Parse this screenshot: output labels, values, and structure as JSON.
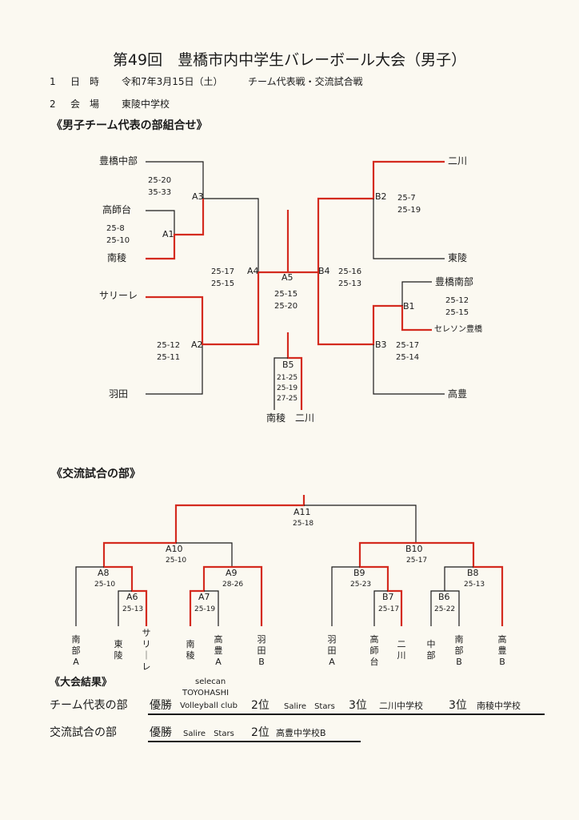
{
  "title": "第49回　豊橋市内中学生バレーボール大会（男子）",
  "info": {
    "row1_no": "1",
    "row1_label": "日　時",
    "row1_date": "令和7年3月15日（土）",
    "row1_event": "チーム代表戦・交流試合戦",
    "row2_no": "2",
    "row2_label": "会　場",
    "row2_venue": "東陵中学校"
  },
  "section1": "《男子チーム代表の部組合せ》",
  "bracket1": {
    "teams": {
      "toyohashi_chubu": "豊橋中部",
      "takashidai": "高師台",
      "nanryo": "南稜",
      "saliire": "サリーレ",
      "haneda": "羽田",
      "futagawa": "二川",
      "toryo": "東陵",
      "toyohashi_nanbu": "豊橋南部",
      "selecan": "セレソン豊橋",
      "takatoyo": "高豊"
    },
    "labels": {
      "A1": "A1",
      "A2": "A2",
      "A3": "A3",
      "A4": "A4",
      "A5": "A5",
      "B1": "B1",
      "B2": "B2",
      "B3": "B3",
      "B4": "B4",
      "B5": "B5"
    },
    "scores": {
      "A3": "25-20\n35-33",
      "A1": "25-8\n25-10",
      "A4": "25-17\n25-15",
      "A2": "25-12\n25-11",
      "A5": "25-15\n25-20",
      "B2": "25-7\n25-19",
      "B4": "25-16\n25-13",
      "B1": "25-12\n25-15",
      "B3": "25-17\n25-14",
      "B5": "21-25\n25-19\n27-25"
    },
    "b5_teams": "南稜　二川"
  },
  "section2": "《交流試合の部》",
  "bracket2": {
    "labels": {
      "A6": "A6",
      "A7": "A7",
      "A8": "A8",
      "A9": "A9",
      "A10": "A10",
      "A11": "A11",
      "B6": "B6",
      "B7": "B7",
      "B8": "B8",
      "B9": "B9",
      "B10": "B10"
    },
    "scores": {
      "A11": "25-18",
      "A10": "25-10",
      "B10": "25-17",
      "A8": "25-10",
      "A9": "28-26",
      "A6": "25-13",
      "A7": "25-19",
      "B9": "25-23",
      "B8": "25-13",
      "B7": "25-17",
      "B6": "25-22"
    },
    "teams": [
      "南部A",
      "東陵",
      "サリーレ",
      "南稜",
      "高豊A",
      "羽田B",
      "羽田A",
      "高師台",
      "二川",
      "中部",
      "南部B",
      "高豊B"
    ]
  },
  "results": {
    "heading": "《大会結果》",
    "row1_label": "チーム代表の部",
    "win_label": "優勝",
    "row1_win": "Volleyball club",
    "row1_win_top1": "selecan",
    "row1_win_top2": "TOYOHASHI",
    "second_label": "2位",
    "row1_second": "Salire　Stars",
    "third_label": "3位",
    "row1_third1": "二川中学校",
    "row1_third2": "南稜中学校",
    "row2_label": "交流試合の部",
    "row2_win": "Salire　Stars",
    "row2_second": "高豊中学校B"
  }
}
